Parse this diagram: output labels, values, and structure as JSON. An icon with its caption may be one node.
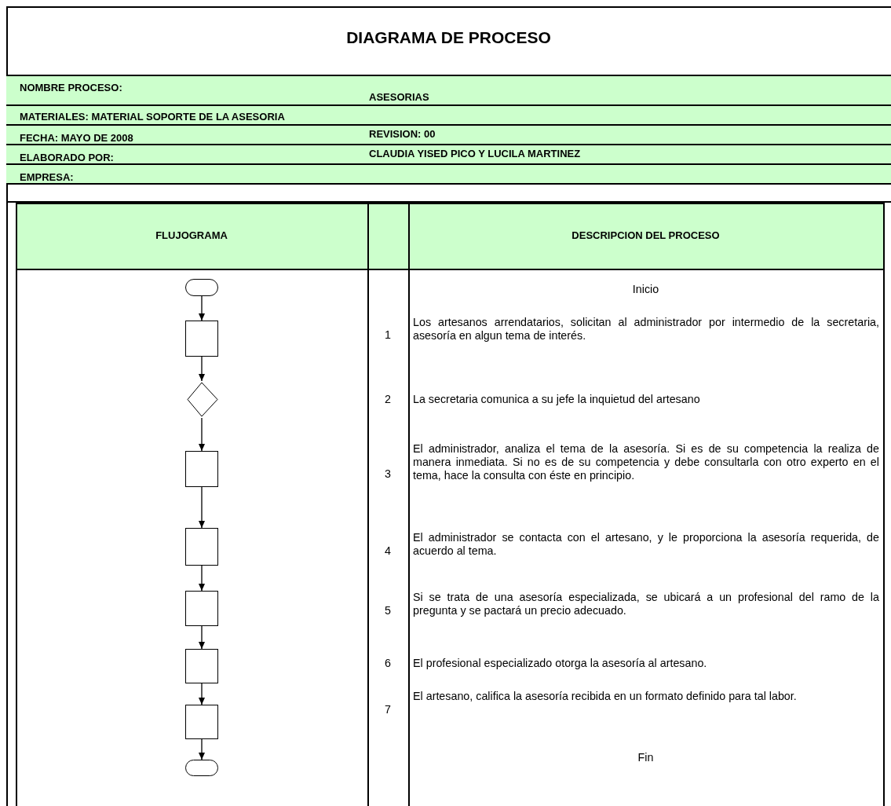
{
  "diagram": {
    "title": "DIAGRAMA DE PROCESO",
    "nodes": [
      {
        "text": [],
        "shape": "oval"
      },
      {
        "text": [],
        "shape": "box"
      },
      {
        "text": [],
        "shape": "diamond"
      },
      {
        "text": [],
        "shape": "box"
      },
      {
        "text": [],
        "shape": "box"
      },
      {
        "text": [],
        "shape": "box"
      },
      {
        "text": [],
        "shape": "box"
      },
      {
        "text": [],
        "shape": "box"
      },
      {
        "text": [],
        "shape": "oval"
      }
    ],
    "edges": [
      {
        "from": 0,
        "to": 1,
        "arrow": "to"
      },
      {
        "from": 1,
        "to": 2,
        "arrow": "to"
      },
      {
        "from": 2,
        "to": 3,
        "arrow": "to"
      },
      {
        "from": 3,
        "to": 4,
        "arrow": "to"
      },
      {
        "from": 4,
        "to": 5,
        "arrow": "to"
      },
      {
        "from": 5,
        "to": 6,
        "arrow": "to"
      },
      {
        "from": 6,
        "to": 7,
        "arrow": "to"
      },
      {
        "from": 7,
        "to": 8,
        "arrow": "to"
      }
    ],
    "labels": [
      "NOMBRE PROCESO:",
      "ASESORIAS",
      "MATERIALES:  MATERIAL SOPORTE DE LA ASESORIA",
      "FECHA: MAYO DE 2008",
      "REVISION: 00",
      "ELABORADO POR:",
      "CLAUDIA YISED PICO Y LUCILA MARTINEZ",
      "EMPRESA:",
      "FLUJOGRAMA",
      "DESCRIPCION DEL PROCESO",
      "Inicio",
      "1",
      "Los artesanos arrendatarios, solicitan al administrador por intermedio de la secretaria, asesoría en algun tema de interés.",
      "2",
      "La secretaria comunica a su jefe la inquietud del artesano",
      "3",
      "El administrador, analiza el tema de la asesoría. Si es de su competencia la realiza de manera inmediata. Si no es de su competencia y debe consultarla con otro experto en el tema, hace la consulta con éste en principio.",
      "4",
      "El administrador se contacta con el artesano, y le proporciona la asesoría requerida, de acuerdo al tema.",
      "5",
      "Si se trata de una asesoría especializada, se ubicará a un profesional del ramo de la pregunta y se pactará un precio adecuado.",
      "6",
      "El profesional especializado otorga la asesoría al artesano.",
      "7",
      "El artesano, califica la asesoría recibida en un formato definido para tal labor.",
      "Fin"
    ]
  }
}
